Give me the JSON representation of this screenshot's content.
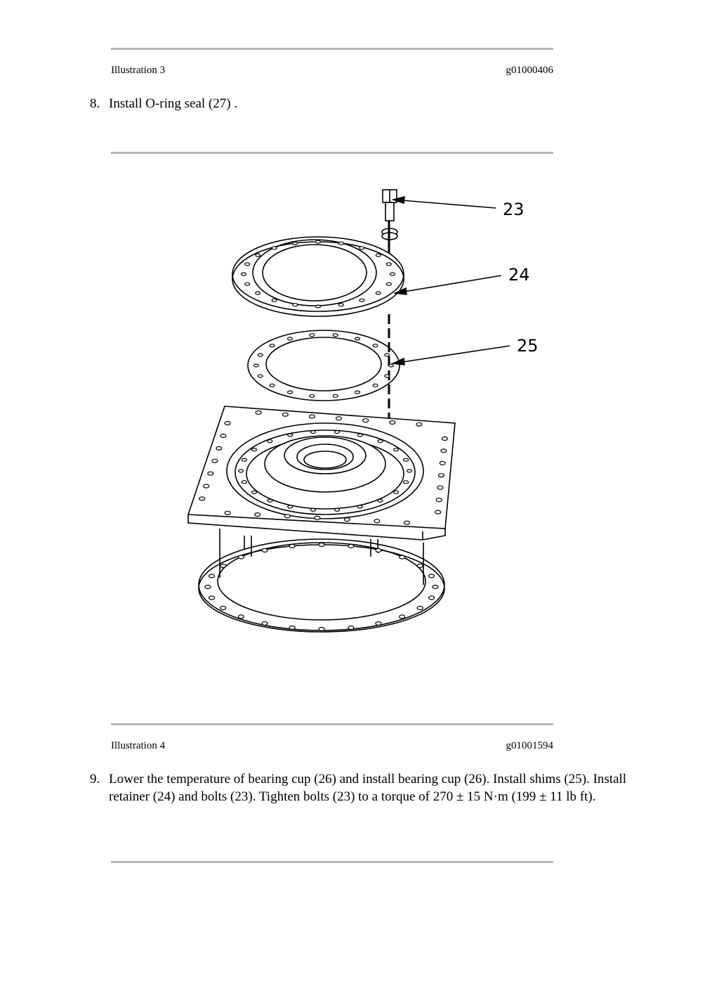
{
  "illustration3": {
    "label": "Illustration 3",
    "code": "g01000406"
  },
  "step8": {
    "number": "8.",
    "text": "Install O-ring seal (27) ."
  },
  "illustration4": {
    "label": "Illustration 4",
    "code": "g01001594",
    "callouts": [
      "23",
      "24",
      "25"
    ]
  },
  "step9": {
    "number": "9.",
    "text": "Lower the temperature of bearing cup (26) and install bearing cup (26). Install shims (25). Install retainer (24) and bolts (23). Tighten bolts (23) to a torque of 270 ± 15 N·m (199 ± 11 lb ft)."
  }
}
